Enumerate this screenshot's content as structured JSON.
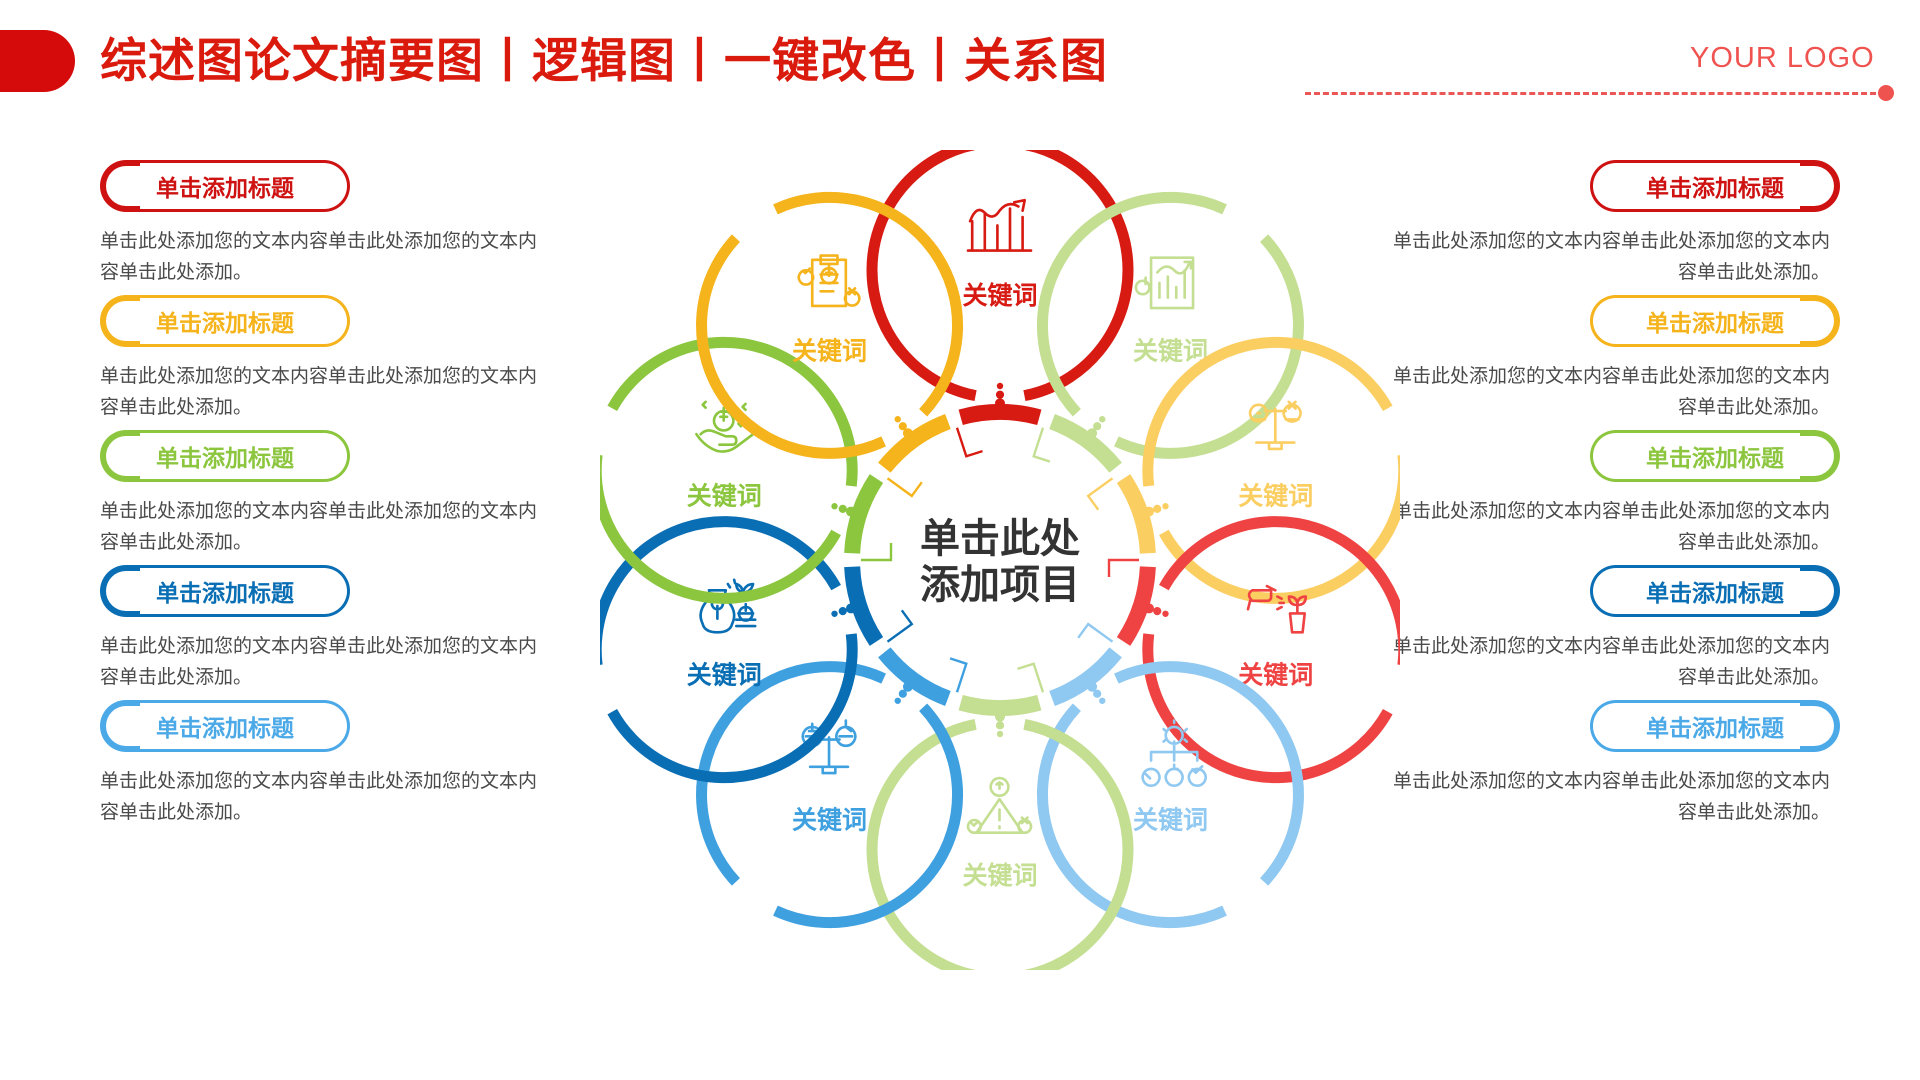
{
  "header": {
    "title": "综述图论文摘要图丨逻辑图丨一键改色丨关系图",
    "logo": "YOUR LOGO",
    "tab_color": "#D50B0B",
    "title_color": "#D91A0D",
    "logo_color": "#EF5350",
    "rule_color": "#E95757"
  },
  "center": {
    "line1": "单击此处",
    "line2": "添加项目",
    "text_color": "#333333"
  },
  "left_items": [
    {
      "title": "单击添加标题",
      "body": "单击此处添加您的文本内容单击此处添加您的文本内容单击此处添加。",
      "color": "#CE1212"
    },
    {
      "title": "单击添加标题",
      "body": "单击此处添加您的文本内容单击此处添加您的文本内容单击此处添加。",
      "color": "#F5B31C"
    },
    {
      "title": "单击添加标题",
      "body": "单击此处添加您的文本内容单击此处添加您的文本内容单击此处添加。",
      "color": "#8CC63E"
    },
    {
      "title": "单击添加标题",
      "body": "单击此处添加您的文本内容单击此处添加您的文本内容单击此处添加。",
      "color": "#0A6EB4"
    },
    {
      "title": "单击添加标题",
      "body": "单击此处添加您的文本内容单击此处添加您的文本内容单击此处添加。",
      "color": "#4BA9E8"
    }
  ],
  "right_items": [
    {
      "title": "单击添加标题",
      "body": "单击此处添加您的文本内容单击此处添加您的文本内容单击此处添加。",
      "color": "#CE1212"
    },
    {
      "title": "单击添加标题",
      "body": "单击此处添加您的文本内容单击此处添加您的文本内容单击此处添加。",
      "color": "#F5B31C"
    },
    {
      "title": "单击添加标题",
      "body": "单击此处添加您的文本内容单击此处添加您的文本内容单击此处添加。",
      "color": "#8CC63E"
    },
    {
      "title": "单击添加标题",
      "body": "单击此处添加您的文本内容单击此处添加您的文本内容单击此处添加。",
      "color": "#0A6EB4"
    },
    {
      "title": "单击添加标题",
      "body": "单击此处添加您的文本内容单击此处添加您的文本内容单击此处添加。",
      "color": "#4BA9E8"
    }
  ],
  "nodes": [
    {
      "label": "关键词",
      "color": "#D71A12",
      "icon": "bar-chart-growth-icon",
      "angle": -90
    },
    {
      "label": "关键词",
      "color": "#C4DE92",
      "icon": "report-chart-icon",
      "angle": -54
    },
    {
      "label": "关键词",
      "color": "#FBCE62",
      "icon": "balance-scale-icon",
      "angle": -18
    },
    {
      "label": "关键词",
      "color": "#EF4343",
      "icon": "watering-plant-icon",
      "angle": 18
    },
    {
      "label": "关键词",
      "color": "#8FC8F0",
      "icon": "gear-network-icon",
      "angle": 54
    },
    {
      "label": "关键词",
      "color": "#C4DE92",
      "icon": "risk-warning-icon",
      "angle": 90
    },
    {
      "label": "关键词",
      "color": "#3FA0E0",
      "icon": "time-money-scale-icon",
      "angle": 126
    },
    {
      "label": "关键词",
      "color": "#0A6EB4",
      "icon": "money-bag-growth-icon",
      "angle": 162
    },
    {
      "label": "关键词",
      "color": "#8CC63E",
      "icon": "hand-coin-icon",
      "angle": 198
    },
    {
      "label": "关键词",
      "color": "#F5B31C",
      "icon": "clipboard-check-icon",
      "angle": 234
    }
  ],
  "ring_segment_colors": [
    "#D71A12",
    "#C4DE92",
    "#FBCE62",
    "#EF4343",
    "#8FC8F0",
    "#C4DE92",
    "#3FA0E0",
    "#0A6EB4",
    "#8CC63E",
    "#F5B31C"
  ]
}
